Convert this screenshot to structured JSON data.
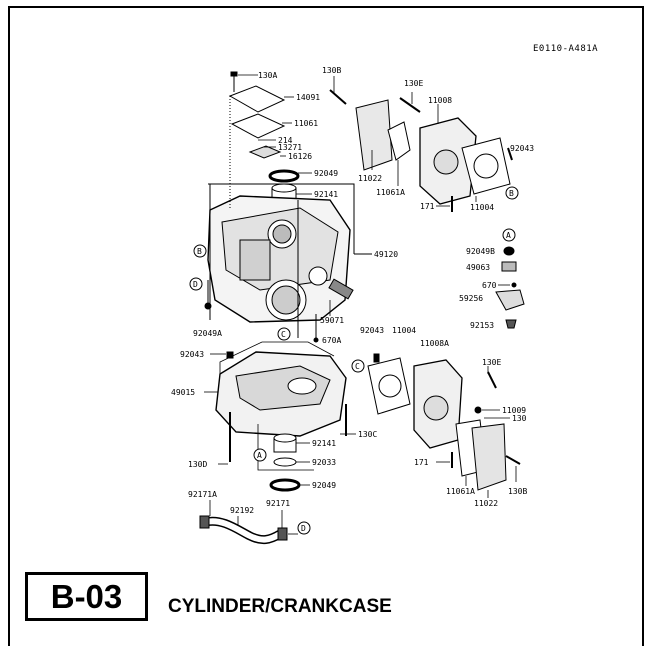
{
  "ref_code": "E0110-A481A",
  "section": {
    "code": "B-03",
    "title": "CYLINDER/CRANKCASE"
  },
  "parts": {
    "p130A": "130A",
    "p14091": "14091",
    "p11061": "11061",
    "p214": "214",
    "p13271": "13271",
    "p16126": "16126",
    "p92049_top": "92049",
    "p92141_top": "92141",
    "p49120": "49120",
    "p59071": "59071",
    "p670A": "670A",
    "p92049A": "92049A",
    "p130B_top": "130B",
    "p11022_top": "11022",
    "p11061A_top": "11061A",
    "p130E_top": "130E",
    "p11008": "11008",
    "p171_top": "171",
    "p92043_right": "92043",
    "p11004_top": "11004",
    "p92049B": "92049B",
    "p49063": "49063",
    "p670": "670",
    "p59256": "59256",
    "p92153": "92153",
    "p92043_left": "92043",
    "p49015": "49015",
    "p130D": "130D",
    "p92141_bot": "92141",
    "p92033": "92033",
    "p92049_bot": "92049",
    "p130C": "130C",
    "p92043_mid": "92043",
    "p11004_mid": "11004",
    "p11008A": "11008A",
    "p130E_bot": "130E",
    "p11009": "11009",
    "p130": "130",
    "p171_bot": "171",
    "p11061A_bot": "11061A",
    "p11022_bot": "11022",
    "p130B_bot": "130B",
    "p92171A": "92171A",
    "p92192": "92192",
    "p92171": "92171"
  },
  "callouts": {
    "A": "A",
    "B": "B",
    "C": "C",
    "D": "D"
  }
}
